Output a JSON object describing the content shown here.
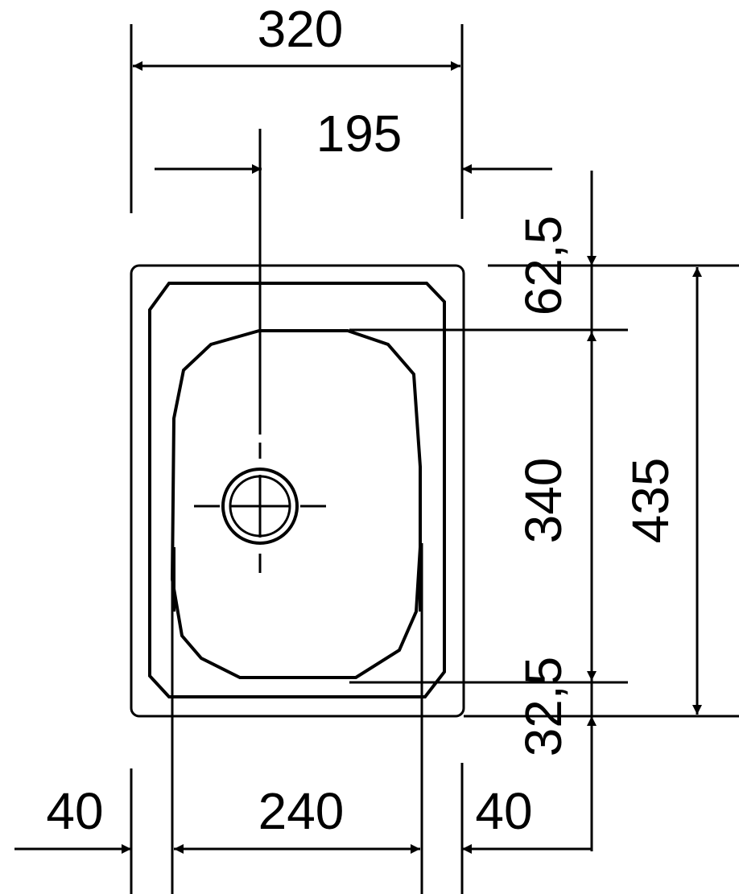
{
  "dimensions": {
    "top_width": "320",
    "drain_offset": "195",
    "top_margin": "62,5",
    "bowl_height": "340",
    "overall_height": "435",
    "bottom_margin": "32,5",
    "left_margin": "40",
    "bowl_width": "240",
    "right_margin": "40"
  },
  "colors": {
    "line": "#000000",
    "background": "#ffffff"
  }
}
